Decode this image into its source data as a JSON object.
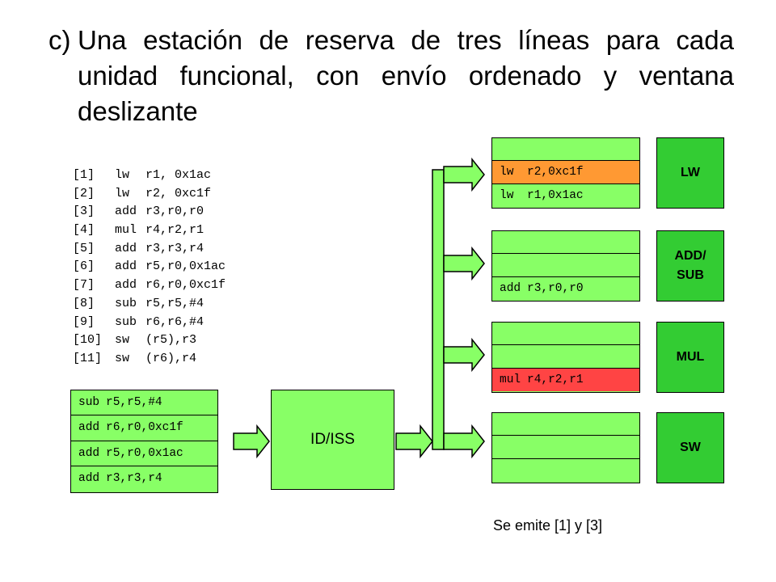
{
  "heading": {
    "marker": "c)",
    "text": "Una estación de reserva de tres líneas para cada unidad funcional, con envío ordenado y ventana deslizante"
  },
  "program": [
    {
      "idx": "[1]",
      "op": "lw",
      "args": "r1, 0x1ac"
    },
    {
      "idx": "[2]",
      "op": "lw",
      "args": "r2, 0xc1f"
    },
    {
      "idx": "[3]",
      "op": "add",
      "args": "r3,r0,r0"
    },
    {
      "idx": "[4]",
      "op": "mul",
      "args": "r4,r2,r1"
    },
    {
      "idx": "[5]",
      "op": "add",
      "args": "r3,r3,r4"
    },
    {
      "idx": "[6]",
      "op": "add",
      "args": "r5,r0,0x1ac"
    },
    {
      "idx": "[7]",
      "op": "add",
      "args": "r6,r0,0xc1f"
    },
    {
      "idx": "[8]",
      "op": "sub",
      "args": "r5,r5,#4"
    },
    {
      "idx": "[9]",
      "op": "sub",
      "args": "r6,r6,#4"
    },
    {
      "idx": "[10]",
      "op": "sw",
      "args": "(r5),r3"
    },
    {
      "idx": "[11]",
      "op": "sw",
      "args": "(r6),r4"
    }
  ],
  "queue": [
    {
      "op": "sub",
      "args": "r5,r5,#4"
    },
    {
      "op": "add",
      "args": "r6,r0,0xc1f"
    },
    {
      "op": "add",
      "args": "r5,r0,0x1ac"
    },
    {
      "op": "add",
      "args": "r3,r3,r4"
    }
  ],
  "issue_stage": "ID/ISS",
  "stations": [
    {
      "unit": "LW",
      "rows": [
        {
          "op": "",
          "args": "",
          "color": ""
        },
        {
          "op": "lw",
          "args": "r2,0xc1f",
          "color": "#ff9933"
        },
        {
          "op": "lw",
          "args": "r1,0x1ac",
          "color": ""
        }
      ]
    },
    {
      "unit": "ADD/ SUB",
      "rows": [
        {
          "op": "",
          "args": "",
          "color": ""
        },
        {
          "op": "",
          "args": "",
          "color": ""
        },
        {
          "op": "add",
          "args": "r3,r0,r0",
          "color": ""
        }
      ]
    },
    {
      "unit": "MUL",
      "rows": [
        {
          "op": "",
          "args": "",
          "color": ""
        },
        {
          "op": "",
          "args": "",
          "color": ""
        },
        {
          "op": "mul",
          "args": "r4,r2,r1",
          "color": "#ff4444"
        }
      ]
    },
    {
      "unit": "SW",
      "rows": [
        {
          "op": "",
          "args": "",
          "color": ""
        },
        {
          "op": "",
          "args": "",
          "color": ""
        },
        {
          "op": "",
          "args": "",
          "color": ""
        }
      ]
    }
  ],
  "note": "Se emite [1] y [3]",
  "colors": {
    "station_fill": "#88ff66",
    "unit_fill": "#33cc33",
    "lw_highlight": "#ff9933",
    "mul_highlight": "#ff4444"
  }
}
